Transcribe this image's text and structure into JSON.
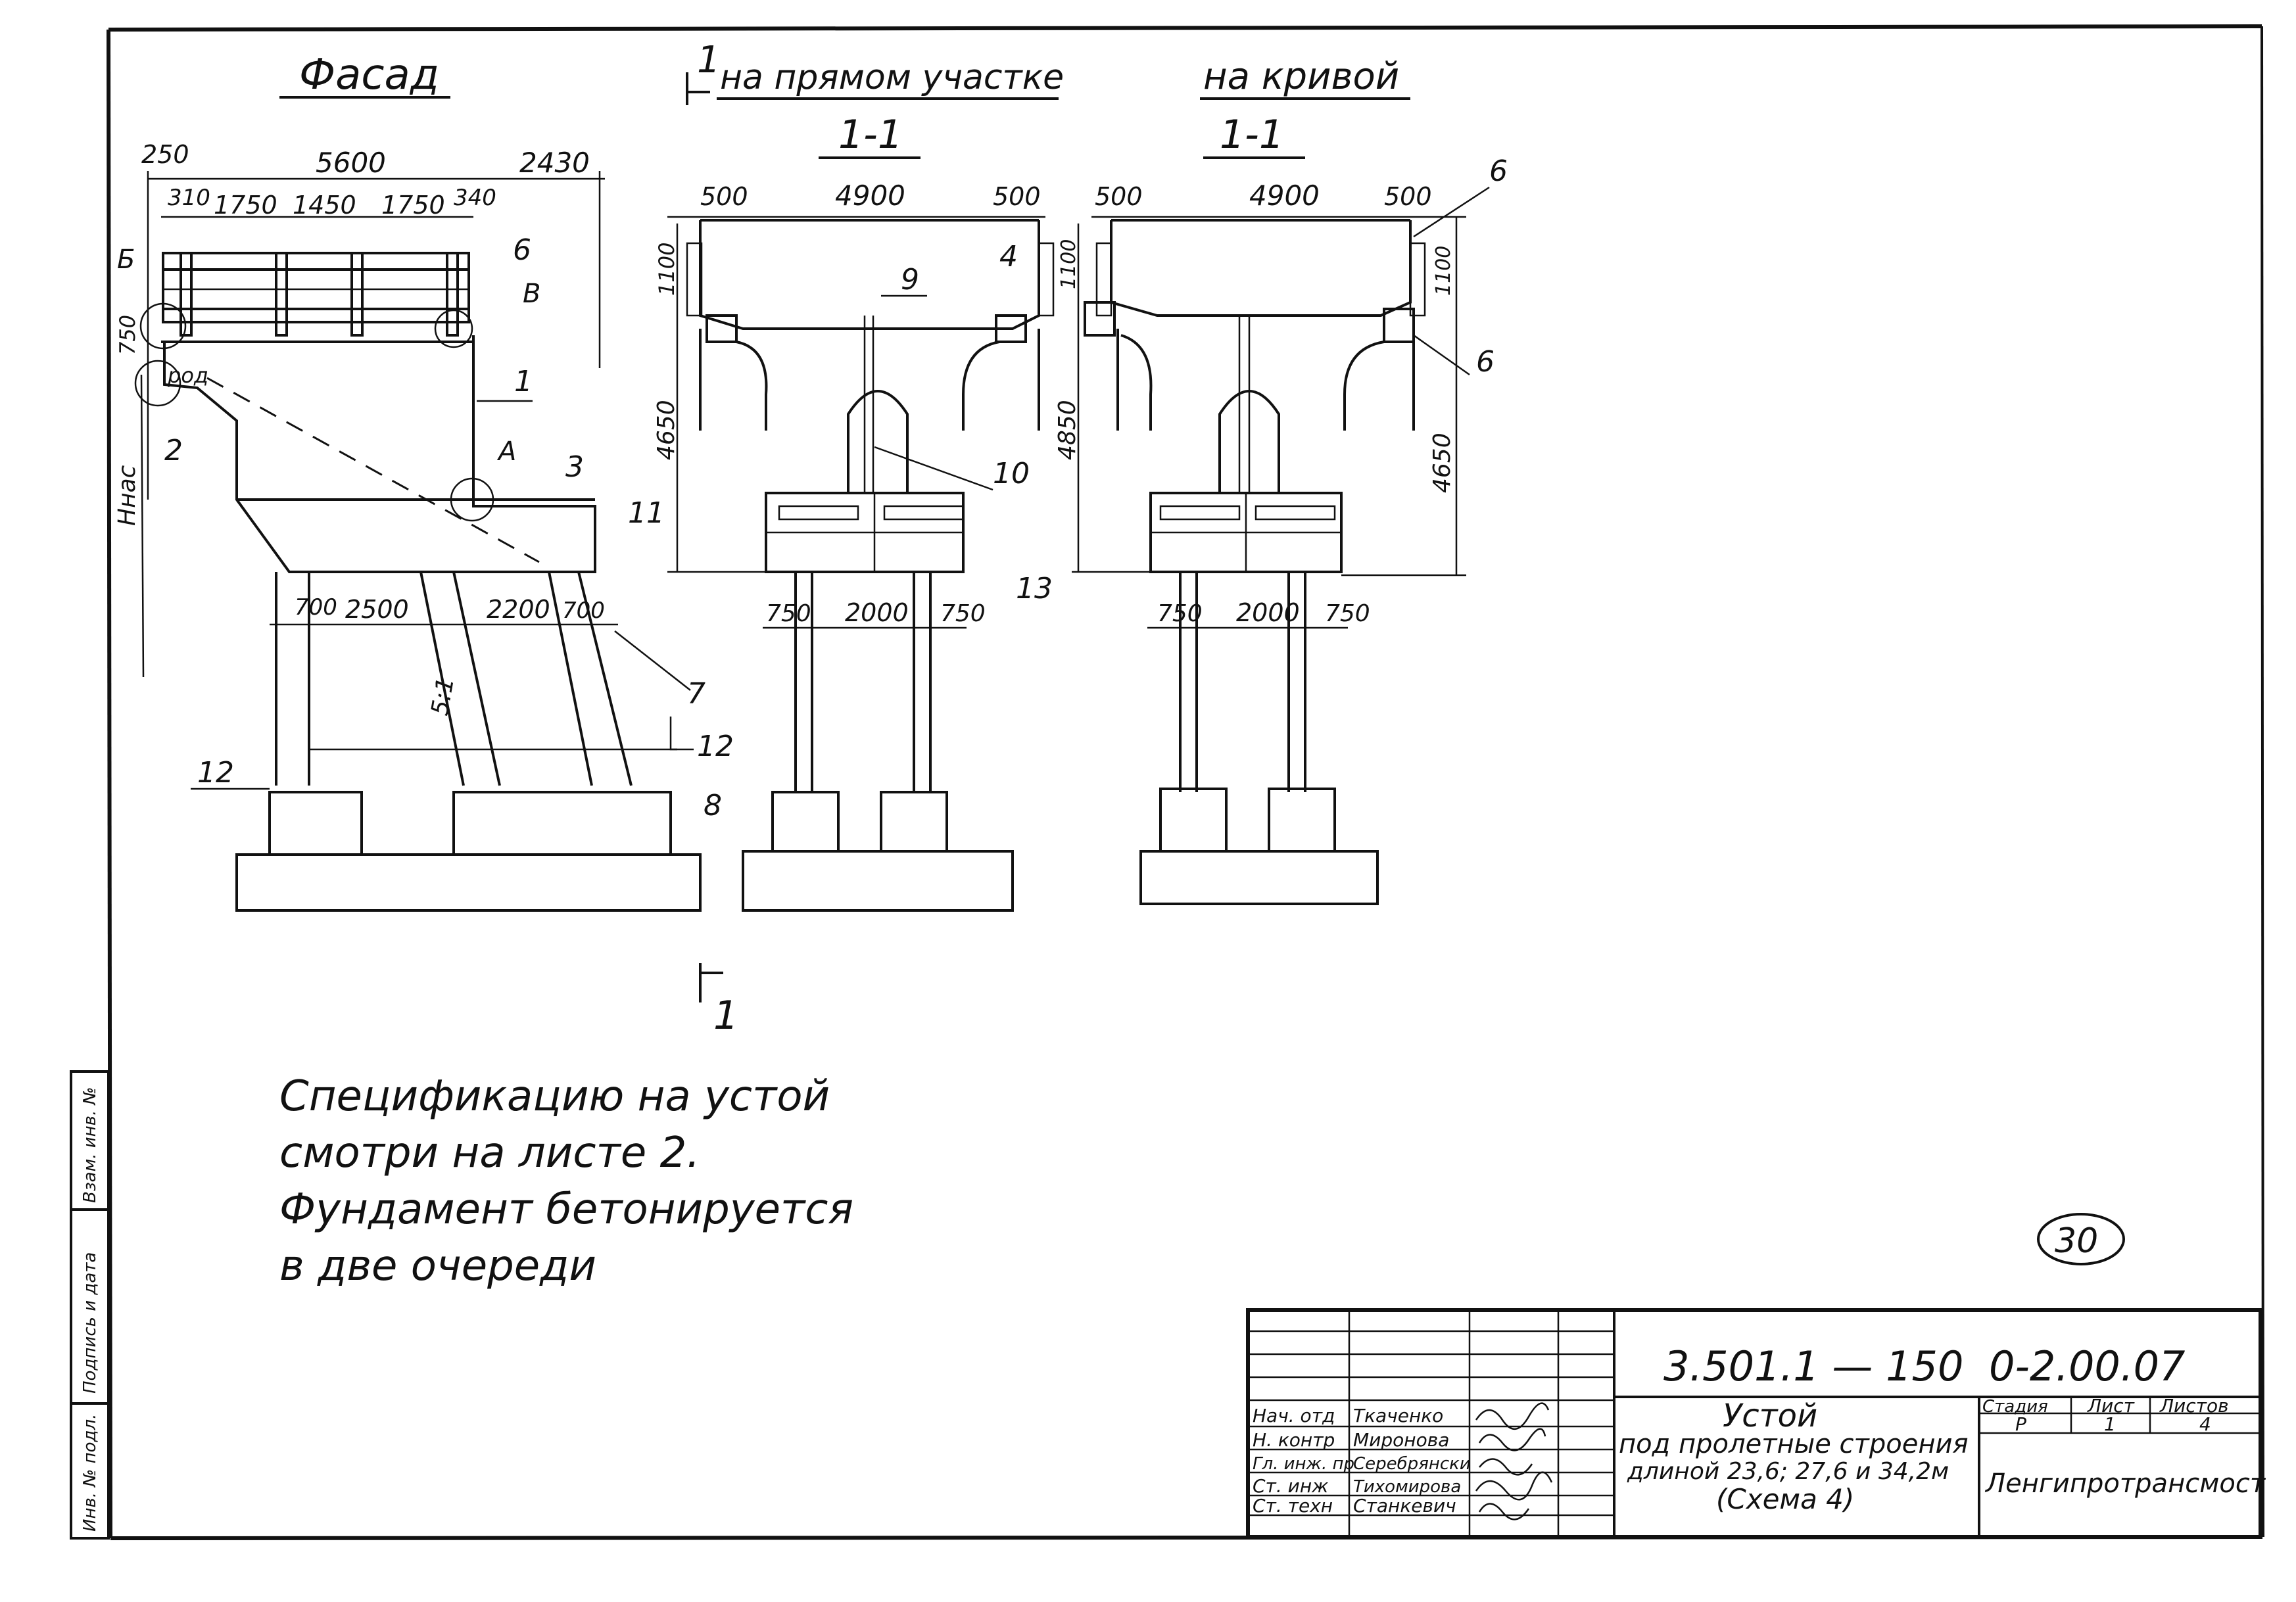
{
  "views": {
    "facade_title": "Фасад",
    "straight_title": "на прямом участке",
    "curve_title": "на кривой",
    "section_mark": "1",
    "section_label": "1-1"
  },
  "facade": {
    "dims_top": [
      "250",
      "5600",
      "2430"
    ],
    "dims_rail": [
      "310",
      "1750",
      "1450",
      "1750",
      "340"
    ],
    "dim_750": "750",
    "dim_rod": "род",
    "h_label": "Ннас",
    "dims_bottom": [
      "700",
      "2500",
      "2200",
      "700"
    ],
    "slope": "5:1",
    "letters": {
      "b": "Б",
      "v": "В",
      "a": "А"
    },
    "callouts": [
      "1",
      "2",
      "3",
      "6",
      "7",
      "8",
      "11",
      "12",
      "12"
    ]
  },
  "section_straight": {
    "dims_top": [
      "500",
      "4900",
      "500"
    ],
    "dim_1100": "1100",
    "dim_height": "4650",
    "dims_bottom": [
      "750",
      "2000",
      "750"
    ],
    "callouts": [
      "4",
      "9",
      "10",
      "13"
    ]
  },
  "section_curve": {
    "dims_top": [
      "500",
      "4900",
      "500"
    ],
    "dim_1100_left": "1100",
    "dim_1100_right": "1100",
    "dim_height_left": "4850",
    "dim_height_right": "4650",
    "dims_bottom": [
      "750",
      "2000",
      "750"
    ],
    "callouts": [
      "6",
      "6"
    ]
  },
  "note": {
    "lines": [
      "Спецификацию на устой",
      "смотри на листе 2.",
      "Фундамент бетонируется",
      "в две очереди"
    ]
  },
  "stamp": {
    "circle_number": "30",
    "doc_code": "3.501.1 — 150",
    "sheet_code": "0-2.00.07",
    "roles": [
      "Нач. отд",
      "Н. контр",
      "Гл. инж. пр",
      "Ст. инж",
      "Ст. техн"
    ],
    "names": [
      "Ткаченко",
      "Миронова",
      "Серебрянски",
      "Тихомирова",
      "Станкевич"
    ],
    "title_lines": [
      "Устой",
      "под пролетные строения",
      "длиной 23,6; 27,6 и 34,2м",
      "(Схема 4)"
    ],
    "stage_header": "Стадия",
    "sheet_header": "Лист",
    "sheets_header": "Листов",
    "stage": "Р",
    "sheet": "1",
    "sheets": "4",
    "organization": "Ленгипротрансмост"
  },
  "side_strip": [
    "Инв. № подл.",
    "Подпись и дата",
    "Взам. инв. №"
  ]
}
